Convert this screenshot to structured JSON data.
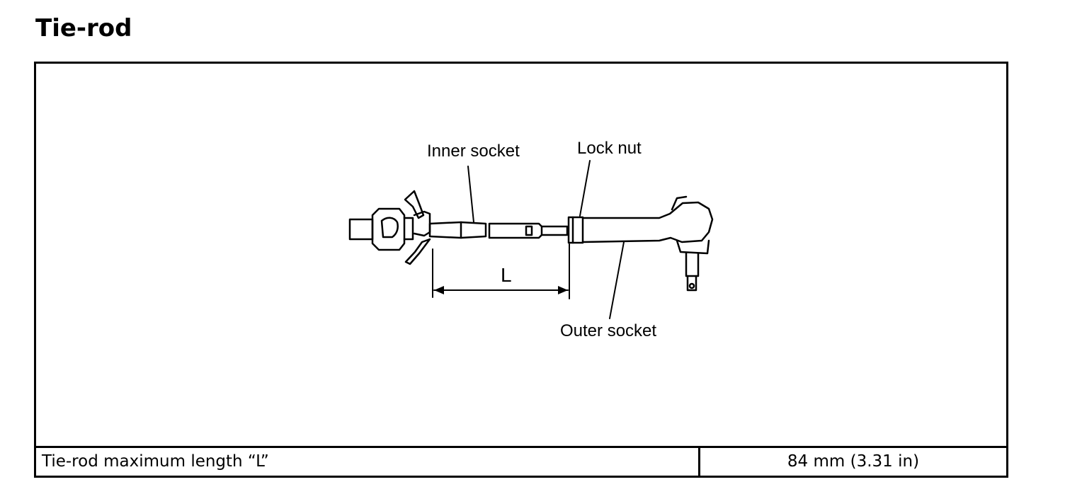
{
  "page": {
    "title": "Tie-rod"
  },
  "figure": {
    "callouts": {
      "inner_socket": "Inner socket",
      "lock_nut": "Lock nut",
      "outer_socket": "Outer socket",
      "dimension": "L"
    }
  },
  "spec": {
    "label": "Tie-rod maximum length “L”",
    "value": "84 mm (3.31 in)"
  }
}
